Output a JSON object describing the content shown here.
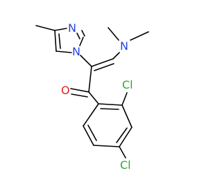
{
  "molecule": {
    "atoms": [
      {
        "id": "n_imidazole_top",
        "element": "N",
        "label": "N",
        "color": "#2741e0"
      },
      {
        "id": "n_imidazole_ring",
        "element": "N",
        "label": "N",
        "color": "#2741e0"
      },
      {
        "id": "n_dimethylamino",
        "element": "N",
        "label": "N",
        "color": "#2741e0"
      },
      {
        "id": "o_carbonyl",
        "element": "O",
        "label": "O",
        "color": "#e0241b"
      },
      {
        "id": "cl_ortho",
        "element": "Cl",
        "label": "Cl",
        "color": "#2ea82b"
      },
      {
        "id": "cl_para",
        "element": "Cl",
        "label": "Cl",
        "color": "#2ea82b"
      }
    ],
    "bond_color": "#000000"
  }
}
